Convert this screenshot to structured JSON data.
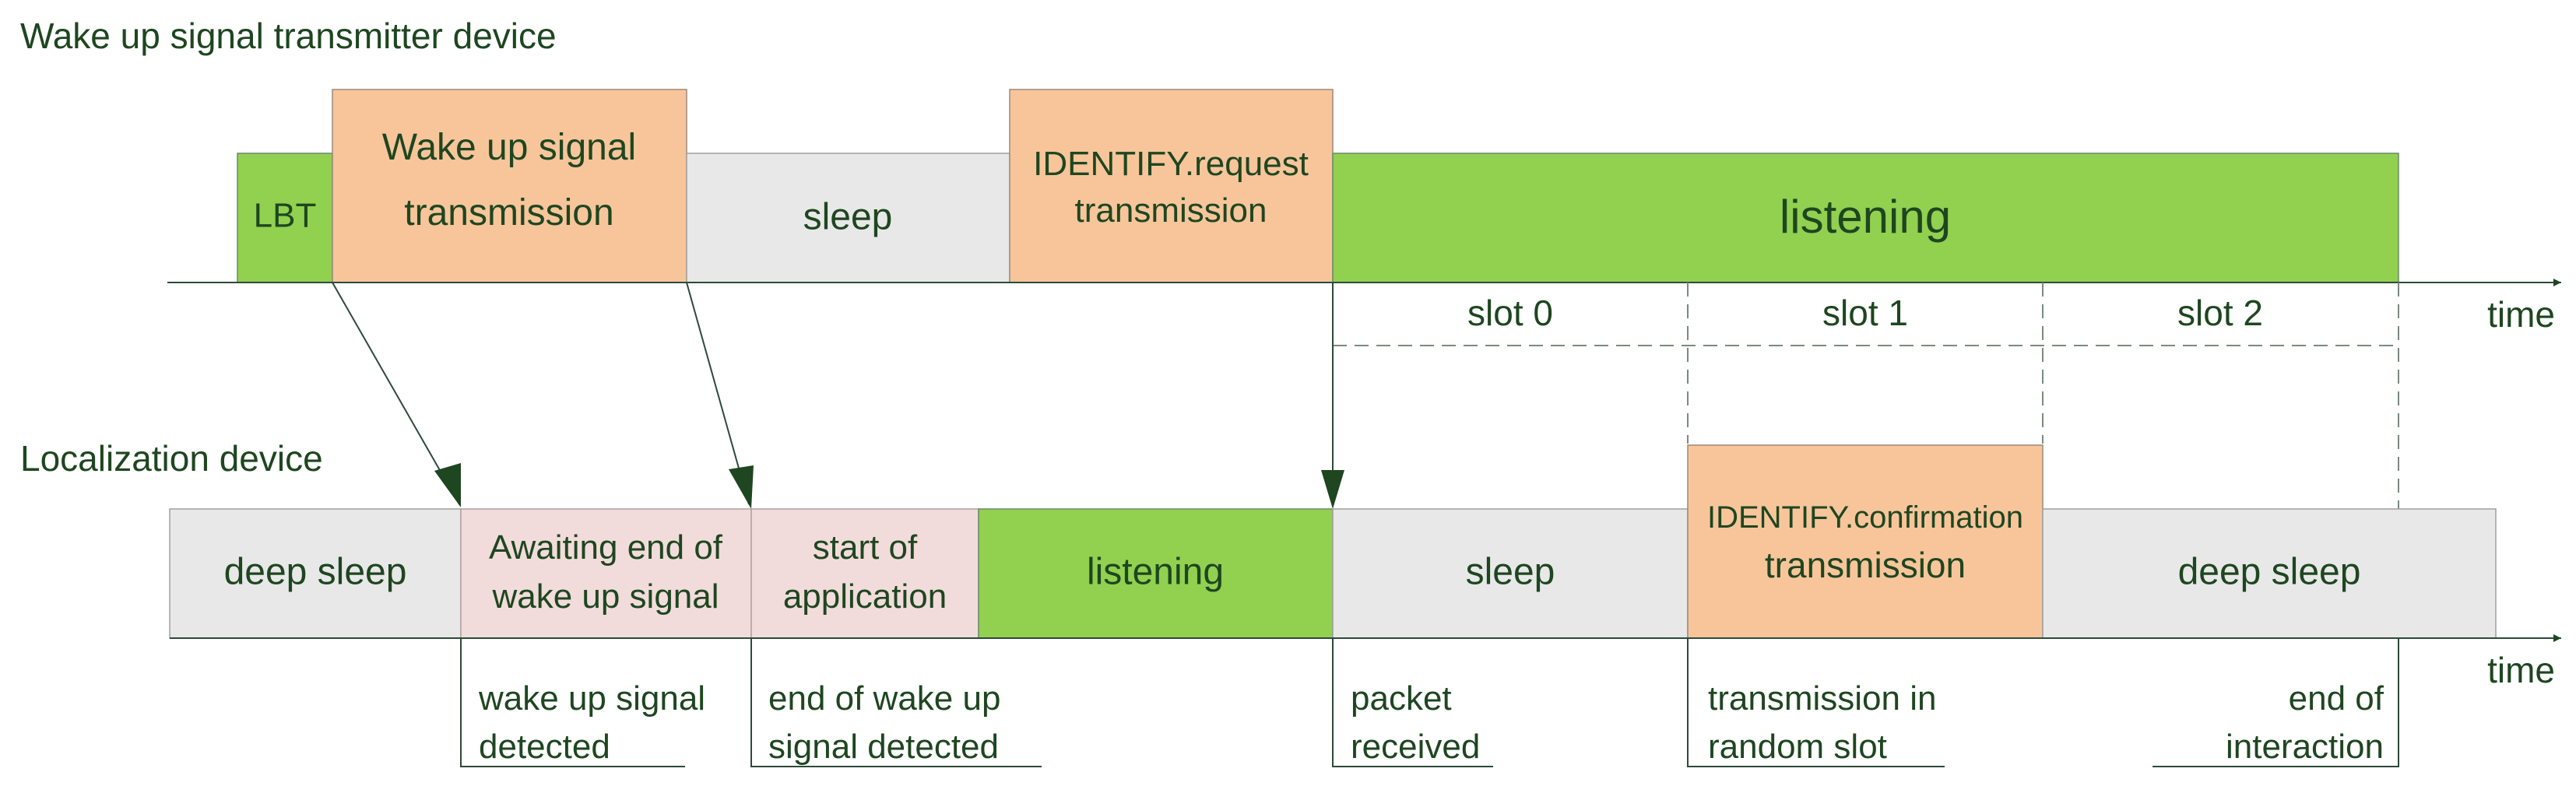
{
  "transmitter": {
    "title": "Wake up signal transmitter device",
    "blocks": {
      "lbt": "LBT",
      "wake_tx_1": "Wake up signal",
      "wake_tx_2": "transmission",
      "sleep": "sleep",
      "identify_req_1": "IDENTIFY.request",
      "identify_req_2": "transmission",
      "listening": "listening"
    },
    "time_label": "time",
    "slots": [
      "slot 0",
      "slot 1",
      "slot 2"
    ]
  },
  "receiver": {
    "title": "Localization device",
    "blocks": {
      "deep_sleep_1": "deep sleep",
      "awaiting_1": "Awaiting end of",
      "awaiting_2": "wake up signal",
      "start_app_1": "start of",
      "start_app_2": "application",
      "listening": "listening",
      "sleep": "sleep",
      "identify_conf_1": "IDENTIFY.confirmation",
      "identify_conf_2": "transmission",
      "deep_sleep_2": "deep sleep"
    },
    "time_label": "time",
    "events": {
      "wakeup_detected_1": "wake up signal",
      "wakeup_detected_2": "detected",
      "end_wakeup_1": "end of wake up",
      "end_wakeup_2": "signal detected",
      "packet_1": "packet",
      "packet_2": "received",
      "random_slot_1": "transmission in",
      "random_slot_2": "random slot",
      "end_interaction_1": "end of",
      "end_interaction_2": "interaction"
    }
  },
  "colors": {
    "text": "#1e4620",
    "green": "#92d050",
    "orange": "#f8c59b",
    "gray": "#e8e8e8",
    "pink": "#f2dcdb",
    "line": "#2d4a3a"
  }
}
